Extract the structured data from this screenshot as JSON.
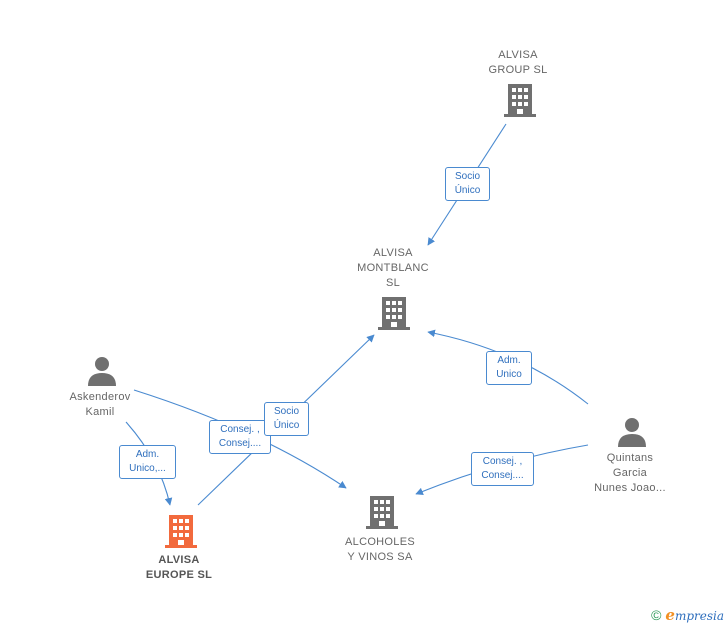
{
  "colors": {
    "edge": "#4a8ad0",
    "company": "#707070",
    "main_company": "#f26a3d",
    "person": "#707070"
  },
  "nodes": {
    "alvisa_group": {
      "line1": "ALVISA",
      "line2": "GROUP  SL",
      "icon": "building-icon"
    },
    "alvisa_montblanc": {
      "line1": "ALVISA",
      "line2": "MONTBLANC",
      "line3": "SL",
      "icon": "building-icon"
    },
    "askenderov": {
      "line1": "Askenderov",
      "line2": "Kamil",
      "icon": "person-icon"
    },
    "quintans": {
      "line1": "Quintans",
      "line2": "Garcia",
      "line3": "Nunes Joao...",
      "icon": "person-icon"
    },
    "alvisa_europe": {
      "line1": "ALVISA",
      "line2": "EUROPE  SL",
      "icon": "building-icon"
    },
    "alcoholes": {
      "line1": "ALCOHOLES",
      "line2": "Y VINOS SA",
      "icon": "building-icon"
    }
  },
  "edges": {
    "group_montblanc": {
      "line1": "Socio",
      "line2": "Único"
    },
    "quintans_montblanc": {
      "line1": "Adm.",
      "line2": "Unico"
    },
    "europe_montblanc": {
      "line1": "Socio",
      "line2": "Único"
    },
    "askenderov_alcoholes": {
      "line1": "Consej. ,",
      "line2": "Consej...."
    },
    "askenderov_europe": {
      "line1": "Adm.",
      "line2": "Unico,..."
    },
    "quintans_alcoholes": {
      "line1": "Consej. ,",
      "line2": "Consej...."
    }
  },
  "brand": {
    "copyright": "©",
    "initial": "e",
    "name": "mpresia"
  }
}
